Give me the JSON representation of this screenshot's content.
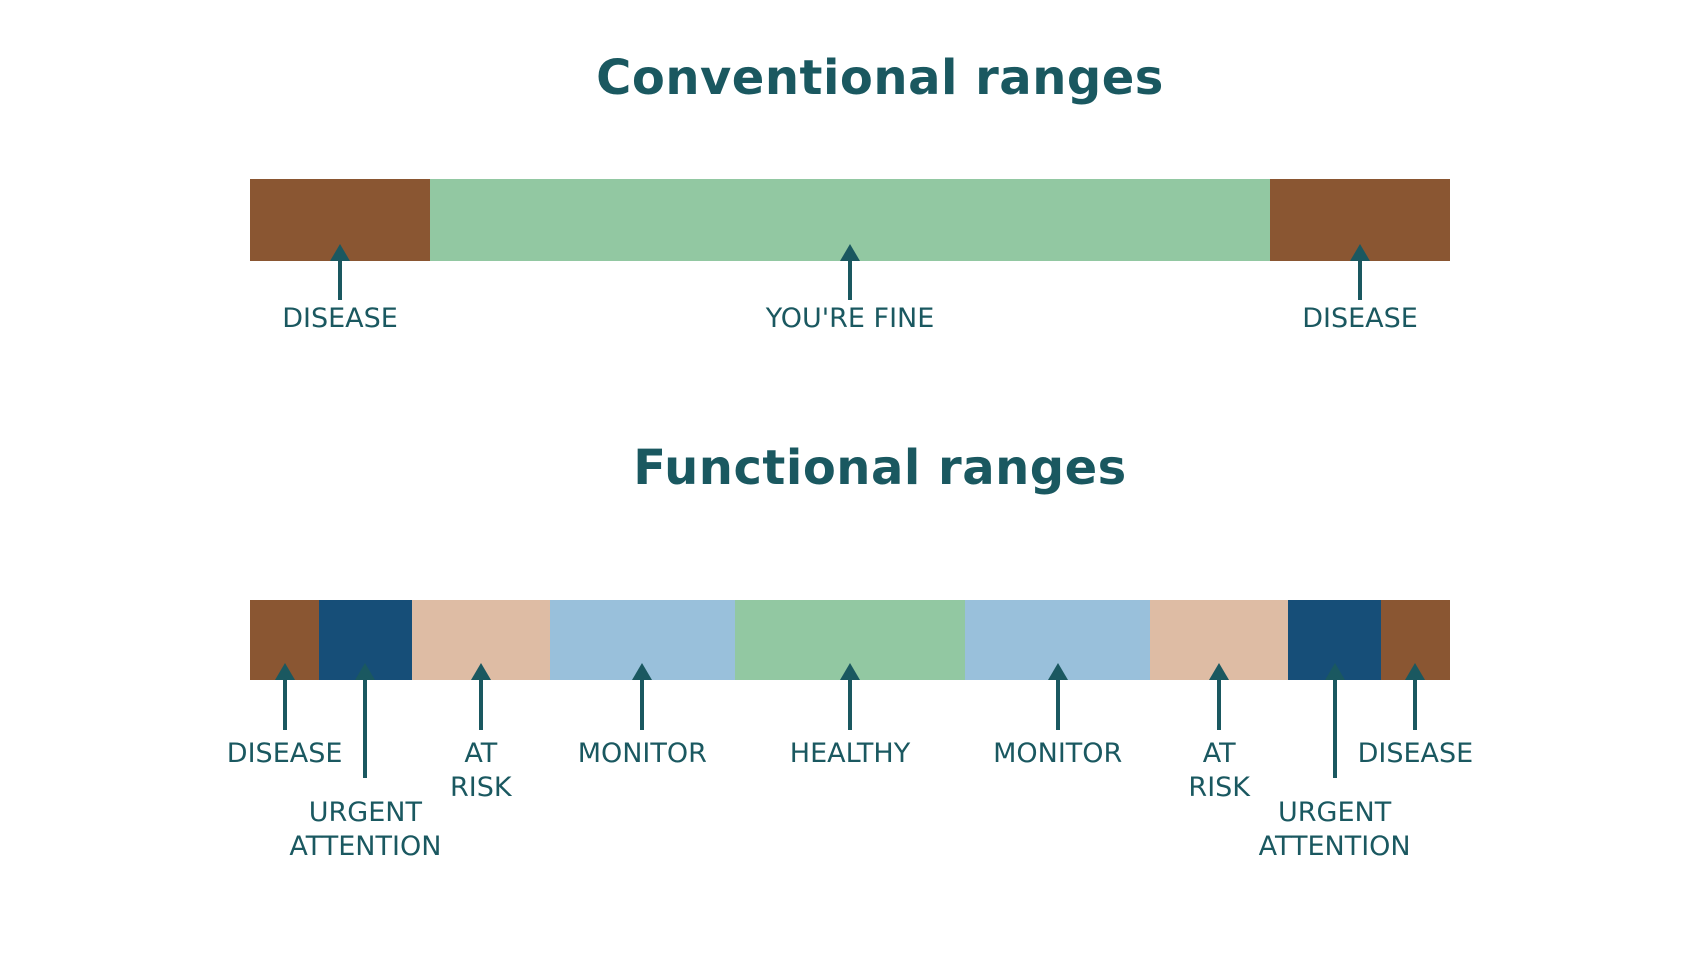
{
  "page": {
    "background": "#ffffff"
  },
  "colors": {
    "teal": "#1A5860",
    "brown": "#8A5632",
    "navy": "#164E78",
    "tan": "#DEBCA4",
    "lightblue": "#99C0DB",
    "green": "#92C8A2"
  },
  "chart_data": [
    {
      "type": "bar",
      "subtype": "horizontal-segmented-range-strip",
      "title": "Conventional ranges",
      "legend": "none",
      "axes": "none",
      "segments": [
        {
          "label": "DISEASE",
          "lines": [
            "DISEASE"
          ],
          "color": "brown",
          "ratio": 15,
          "arrow": "short"
        },
        {
          "label": "YOU'RE FINE",
          "lines": [
            "YOU'RE FINE"
          ],
          "color": "green",
          "ratio": 70,
          "arrow": "short"
        },
        {
          "label": "DISEASE",
          "lines": [
            "DISEASE"
          ],
          "color": "brown",
          "ratio": 15,
          "arrow": "short"
        }
      ]
    },
    {
      "type": "bar",
      "subtype": "horizontal-segmented-range-strip",
      "title": "Functional ranges",
      "legend": "none",
      "axes": "none",
      "segments": [
        {
          "label": "DISEASE",
          "lines": [
            "DISEASE"
          ],
          "color": "brown",
          "ratio": 3,
          "arrow": "short"
        },
        {
          "label": "URGENT ATTENTION",
          "lines": [
            "URGENT",
            "ATTENTION"
          ],
          "color": "navy",
          "ratio": 4,
          "arrow": "long"
        },
        {
          "label": "AT RISK",
          "lines": [
            "AT",
            "RISK"
          ],
          "color": "tan",
          "ratio": 6,
          "arrow": "short"
        },
        {
          "label": "MONITOR",
          "lines": [
            "MONITOR"
          ],
          "color": "lightblue",
          "ratio": 8,
          "arrow": "short"
        },
        {
          "label": "HEALTHY",
          "lines": [
            "HEALTHY"
          ],
          "color": "green",
          "ratio": 10,
          "arrow": "short"
        },
        {
          "label": "MONITOR",
          "lines": [
            "MONITOR"
          ],
          "color": "lightblue",
          "ratio": 8,
          "arrow": "short"
        },
        {
          "label": "AT RISK",
          "lines": [
            "AT",
            "RISK"
          ],
          "color": "tan",
          "ratio": 6,
          "arrow": "short"
        },
        {
          "label": "URGENT ATTENTION",
          "lines": [
            "URGENT",
            "ATTENTION"
          ],
          "color": "navy",
          "ratio": 4,
          "arrow": "long"
        },
        {
          "label": "DISEASE",
          "lines": [
            "DISEASE"
          ],
          "color": "brown",
          "ratio": 3,
          "arrow": "short"
        }
      ]
    }
  ]
}
